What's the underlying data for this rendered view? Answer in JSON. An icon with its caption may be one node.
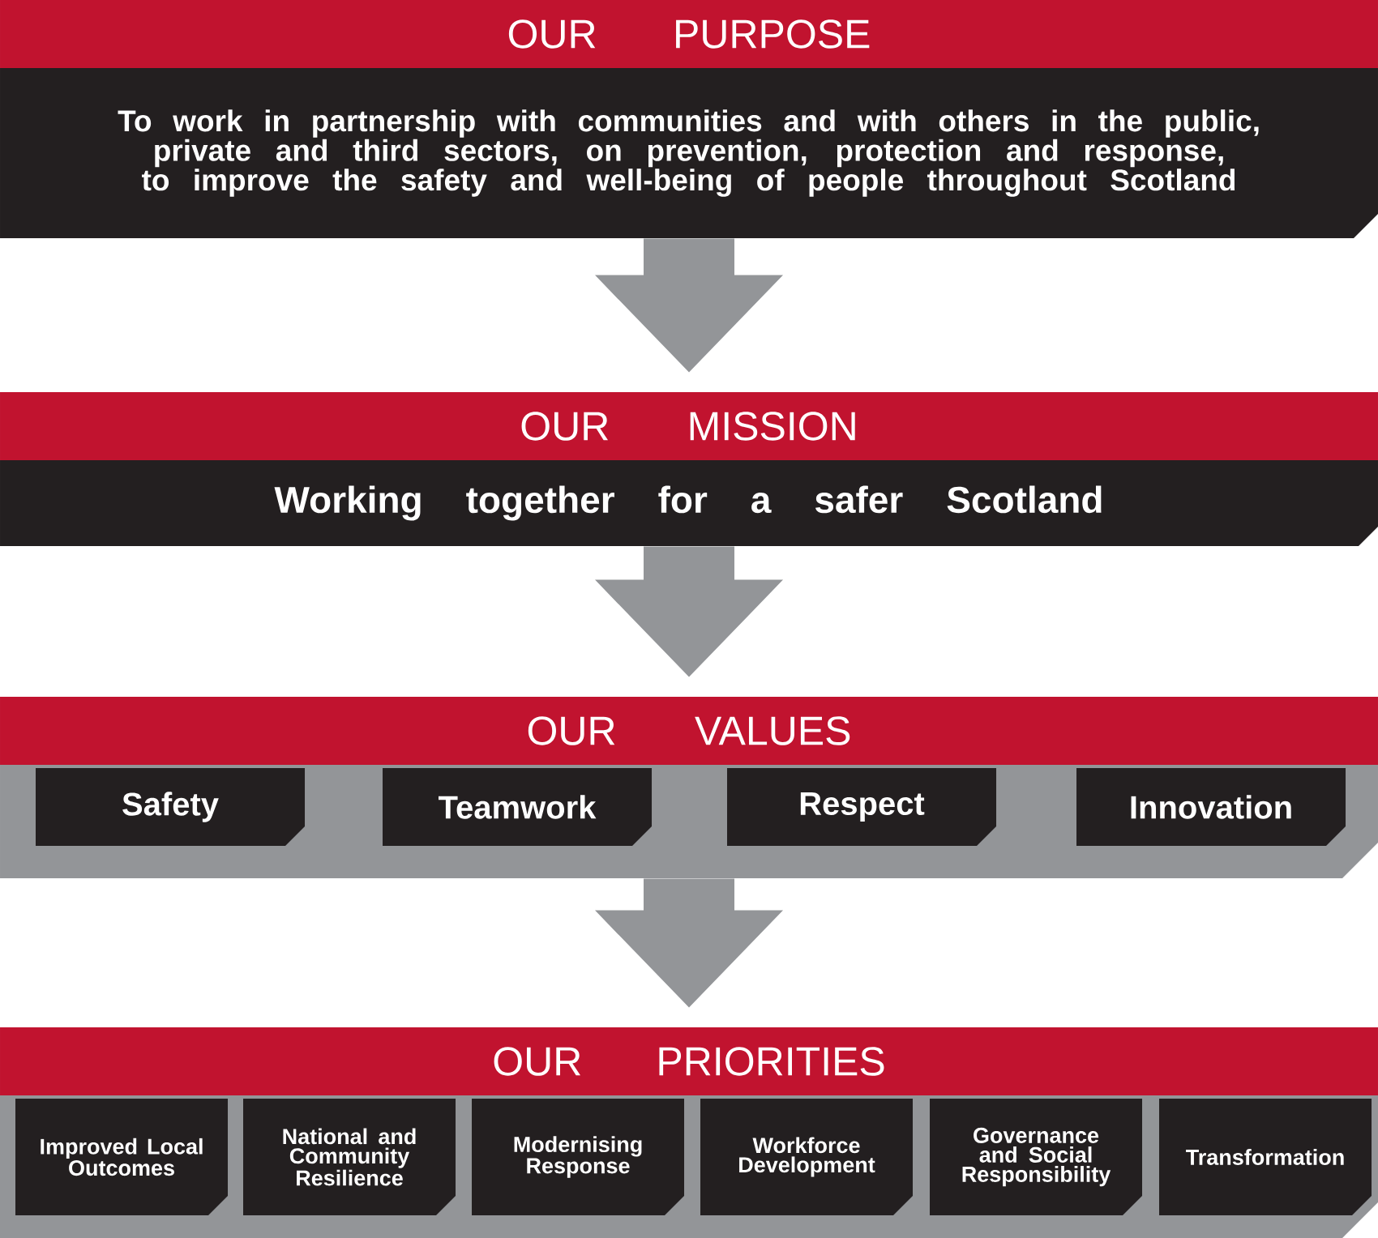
{
  "diagram": {
    "nodes": [
      {
        "text": [
          "OUR PURPOSE"
        ]
      },
      {
        "text": [
          "To work in partnership with communities and with others in the public, private and third sectors, on prevention, protection and response, to improve the safety and well-being of people throughout Scotland"
        ]
      },
      {
        "text": [
          "OUR MISSION"
        ]
      },
      {
        "text": [
          "Working together for a safer Scotland"
        ]
      },
      {
        "text": [
          "OUR VALUES"
        ]
      },
      {
        "text": [],
        "shape": "bar"
      },
      {
        "text": [
          "Safety"
        ],
        "in": 5
      },
      {
        "text": [
          "Teamwork"
        ],
        "in": 5
      },
      {
        "text": [
          "Respect"
        ],
        "in": 5
      },
      {
        "text": [
          "Innovation"
        ],
        "in": 5
      },
      {
        "text": [
          "OUR PRIORITIES"
        ]
      },
      {
        "text": [],
        "shape": "bar"
      },
      {
        "text": [
          "Improved Local Outcomes"
        ],
        "in": 11
      },
      {
        "text": [
          "National and Community Resilience"
        ],
        "in": 11
      },
      {
        "text": [
          "Modernising Response"
        ],
        "in": 11
      },
      {
        "text": [
          "Workforce Development"
        ],
        "in": 11
      },
      {
        "text": [
          "Governance and Social Responsibility"
        ],
        "in": 11
      },
      {
        "text": [
          "Transformation"
        ],
        "in": 11
      }
    ],
    "edges": [
      {
        "from": 1,
        "to": 2,
        "arrow": "to"
      },
      {
        "from": 3,
        "to": 4,
        "arrow": "to"
      },
      {
        "from": 5,
        "to": 10,
        "arrow": "to"
      }
    ]
  }
}
